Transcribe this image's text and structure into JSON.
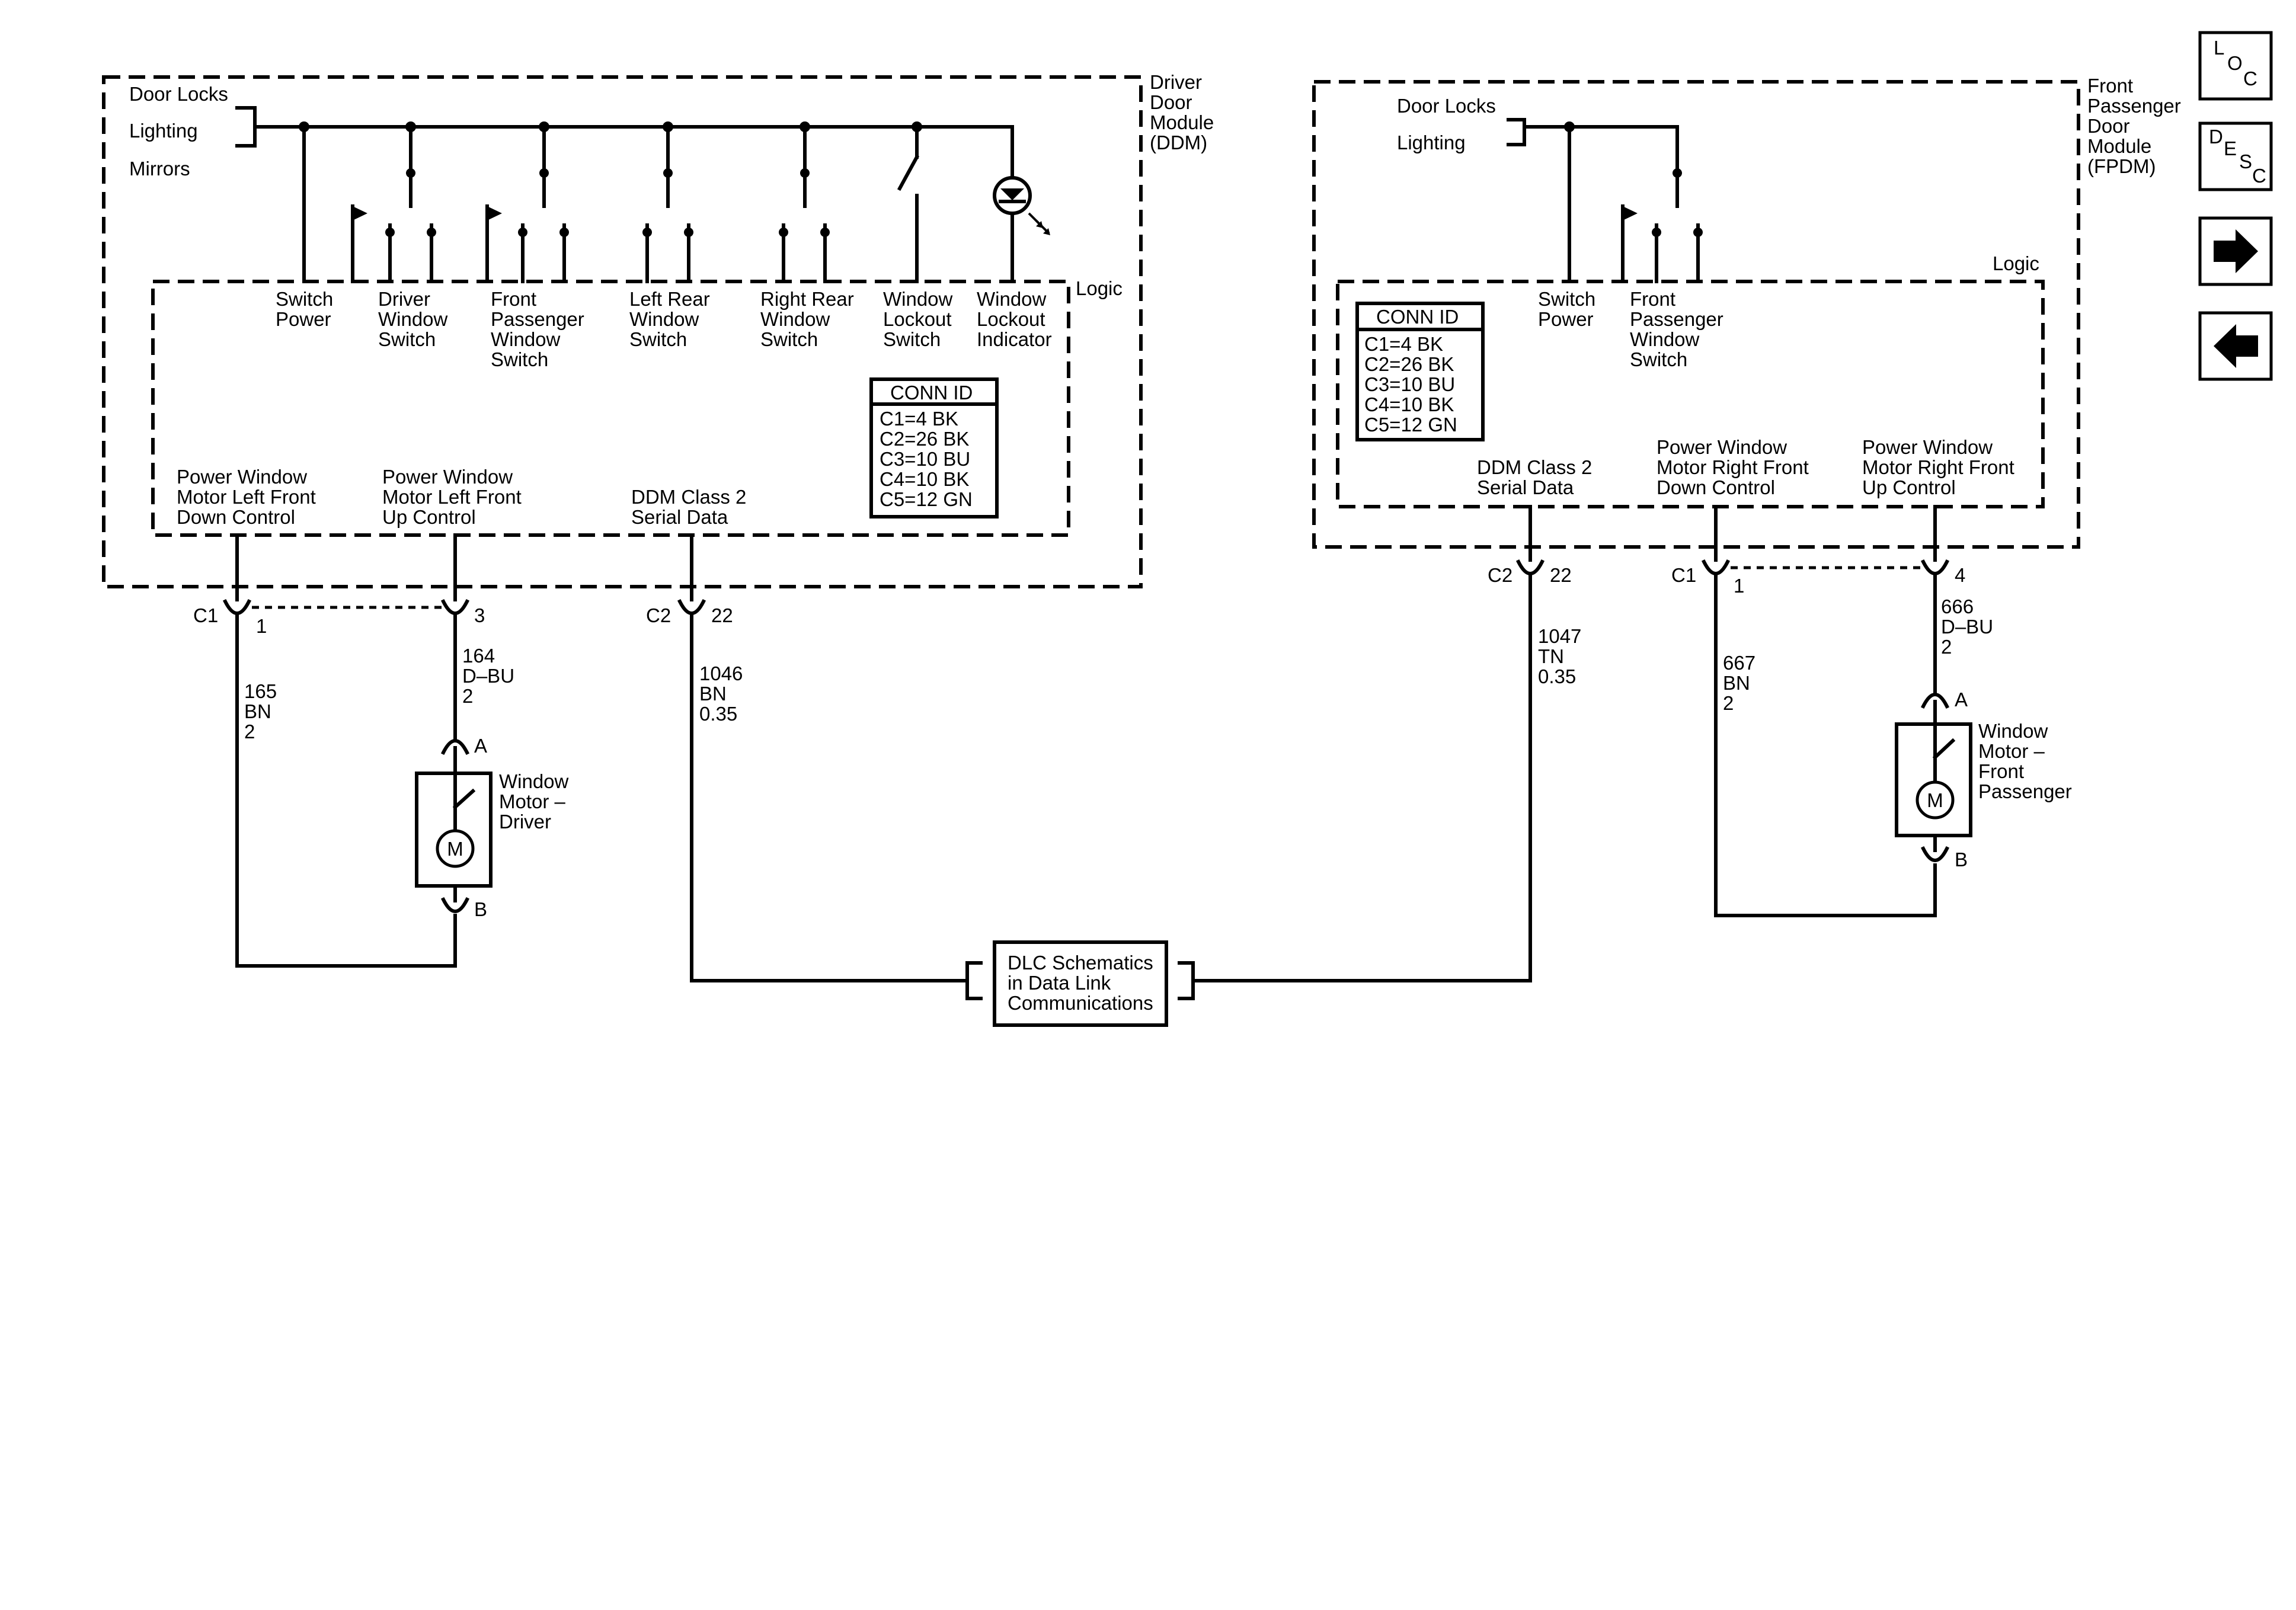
{
  "ddm": {
    "module_name": [
      "Driver",
      "Door",
      "Module",
      "(DDM)"
    ],
    "inputs": [
      "Door Locks",
      "Lighting",
      "Mirrors"
    ],
    "logic_label": "Logic",
    "switch_labels": [
      [
        "Switch",
        "Power"
      ],
      [
        "Driver",
        "Window",
        "Switch"
      ],
      [
        "Front",
        "Passenger",
        "Window",
        "Switch"
      ],
      [
        "Left Rear",
        "Window",
        "Switch"
      ],
      [
        "Right Rear",
        "Window",
        "Switch"
      ],
      [
        "Window",
        "Lockout",
        "Switch"
      ],
      [
        "Window",
        "Lockout",
        "Indicator"
      ]
    ],
    "conn_id": {
      "title": "CONN ID",
      "lines": [
        "C1=4 BK",
        "C2=26 BK",
        "C3=10 BU",
        "C4=10 BK",
        "C5=12 GN"
      ]
    },
    "outputs": [
      [
        "Power Window",
        "Motor Left Front",
        "Down Control"
      ],
      [
        "Power Window",
        "Motor Left Front",
        "Up Control"
      ],
      [
        "DDM Class 2",
        "Serial Data"
      ]
    ],
    "connectors": [
      {
        "name": "C1",
        "pin": "1"
      },
      {
        "name": "",
        "pin": "3"
      },
      {
        "name": "C2",
        "pin": "22"
      }
    ],
    "wires": [
      [
        "165",
        "BN",
        "2"
      ],
      [
        "164",
        "D–BU",
        "2"
      ],
      [
        "1046",
        "BN",
        "0.35"
      ]
    ],
    "motor": {
      "label": [
        "Window",
        "Motor –",
        "Driver"
      ],
      "pin_a": "A",
      "pin_b": "B",
      "symbol": "M"
    }
  },
  "fpdm": {
    "module_name": [
      "Front",
      "Passenger",
      "Door",
      "Module",
      "(FPDM)"
    ],
    "inputs": [
      "Door Locks",
      "Lighting"
    ],
    "logic_label": "Logic",
    "switch_labels": [
      [
        "Switch",
        "Power"
      ],
      [
        "Front",
        "Passenger",
        "Window",
        "Switch"
      ]
    ],
    "conn_id": {
      "title": "CONN ID",
      "lines": [
        "C1=4 BK",
        "C2=26 BK",
        "C3=10 BU",
        "C4=10 BK",
        "C5=12 GN"
      ]
    },
    "outputs": [
      [
        "DDM Class 2",
        "Serial Data"
      ],
      [
        "Power Window",
        "Motor Right Front",
        "Down Control"
      ],
      [
        "Power Window",
        "Motor Right Front",
        "Up Control"
      ]
    ],
    "connectors": [
      {
        "name": "C2",
        "pin": "22"
      },
      {
        "name": "C1",
        "pin": "1"
      },
      {
        "name": "",
        "pin": "4"
      }
    ],
    "wires": [
      [
        "1047",
        "TN",
        "0.35"
      ],
      [
        "667",
        "BN",
        "2"
      ],
      [
        "666",
        "D–BU",
        "2"
      ]
    ],
    "motor": {
      "label": [
        "Window",
        "Motor –",
        "Front",
        "Passenger"
      ],
      "pin_a": "A",
      "pin_b": "B",
      "symbol": "M"
    }
  },
  "dlc": {
    "label": [
      "DLC Schematics",
      "in Data Link",
      "Communications"
    ]
  },
  "nav": {
    "loc": [
      "L",
      "O",
      "C"
    ],
    "desc": [
      "D",
      "E",
      "S",
      "C"
    ],
    "next_icon": "right-arrow-icon",
    "prev_icon": "left-arrow-icon"
  }
}
